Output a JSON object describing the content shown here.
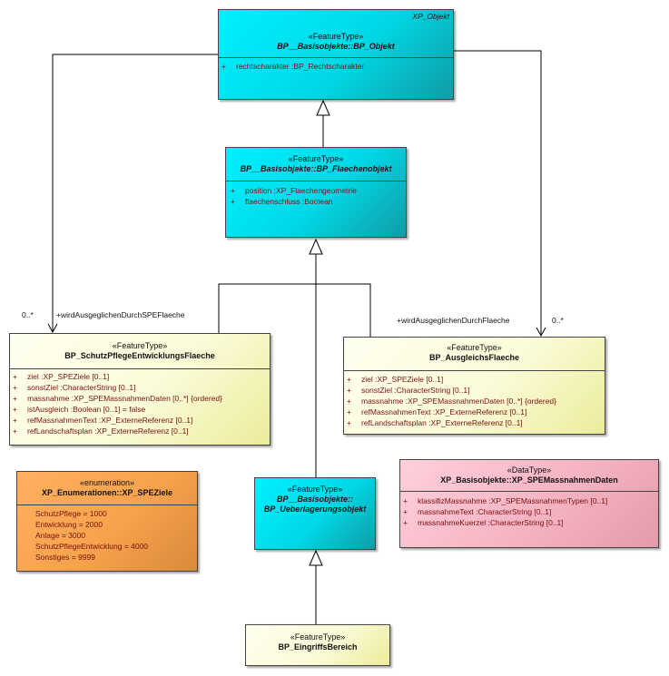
{
  "classes": {
    "xp_objekt": {
      "corner": "XP_Objekt",
      "stereotype": "«FeatureType»",
      "name": "BP__Basisobjekte::BP_Objekt",
      "attributes": [
        {
          "vis": "+",
          "text": "rechtscharakter  :BP_Rechtscharakter"
        }
      ]
    },
    "flaechenobjekt": {
      "stereotype": "«FeatureType»",
      "name": "BP__Basisobjekte::BP_Flaechenobjekt",
      "attributes": [
        {
          "vis": "+",
          "text": "position  :XP_Flaechengeometrie"
        },
        {
          "vis": "+",
          "text": "flaechenschluss  :Boolean"
        }
      ]
    },
    "schutzpflege": {
      "stereotype": "«FeatureType»",
      "name": "BP_SchutzPflegeEntwicklungsFlaeche",
      "attributes": [
        {
          "vis": "+",
          "text": "ziel  :XP_SPEZiele [0..1]"
        },
        {
          "vis": "+",
          "text": "sonstZiel  :CharacterString [0..1]"
        },
        {
          "vis": "+",
          "text": "massnahme  :XP_SPEMassnahmenDaten [0..*] {ordered}"
        },
        {
          "vis": "+",
          "text": "istAusgleich  :Boolean [0..1] = false"
        },
        {
          "vis": "+",
          "text": "refMassnahmenText  :XP_ExterneReferenz [0..1]"
        },
        {
          "vis": "+",
          "text": "refLandschaftsplan  :XP_ExterneReferenz [0..1]"
        }
      ]
    },
    "ausgleich": {
      "stereotype": "«FeatureType»",
      "name": "BP_AusgleichsFlaeche",
      "attributes": [
        {
          "vis": "+",
          "text": "ziel  :XP_SPEZiele [0..1]"
        },
        {
          "vis": "+",
          "text": "sonstZiel  :CharacterString [0..1]"
        },
        {
          "vis": "+",
          "text": "massnahme  :XP_SPEMassnahmenDaten [0..*] {ordered}"
        },
        {
          "vis": "+",
          "text": "refMassnahmenText  :XP_ExterneReferenz [0..1]"
        },
        {
          "vis": "+",
          "text": "refLandschaftsplan  :XP_ExterneReferenz [0..1]"
        }
      ]
    },
    "enum": {
      "stereotype": "«enumeration»",
      "name": "XP_Enumerationen::XP_SPEZiele",
      "values": [
        "SchutzPflege = 1000",
        "Entwicklung = 2000",
        "Anlage = 3000",
        "SchutzPflegeEntwicklung = 4000",
        "Sonstiges = 9999"
      ]
    },
    "ueberlagerung": {
      "stereotype": "«FeatureType»",
      "name_line1": "BP__Basisobjekte::",
      "name_line2": "BP_Ueberlagerungsobjekt"
    },
    "datatype": {
      "stereotype": "«DataType»",
      "name": "XP_Basisobjekte::XP_SPEMassnahmenDaten",
      "attributes": [
        {
          "vis": "+",
          "text": "klassifizMassnahme  :XP_SPEMassnahmenTypen [0..1]"
        },
        {
          "vis": "+",
          "text": "massnahmeText  :CharacterString [0..1]"
        },
        {
          "vis": "+",
          "text": "massnahmeKuerzel  :CharacterString [0..1]"
        }
      ]
    },
    "eingriffs": {
      "stereotype": "«FeatureType»",
      "name": "BP_EingriffsBereich"
    }
  },
  "associations": {
    "left_multiplicity": "0..*",
    "left_role": "+wirdAusgeglichenDurchSPEFlaeche",
    "right_role": "+wirdAusgeglichenDurchFlaeche",
    "right_multiplicity": "0..*"
  }
}
